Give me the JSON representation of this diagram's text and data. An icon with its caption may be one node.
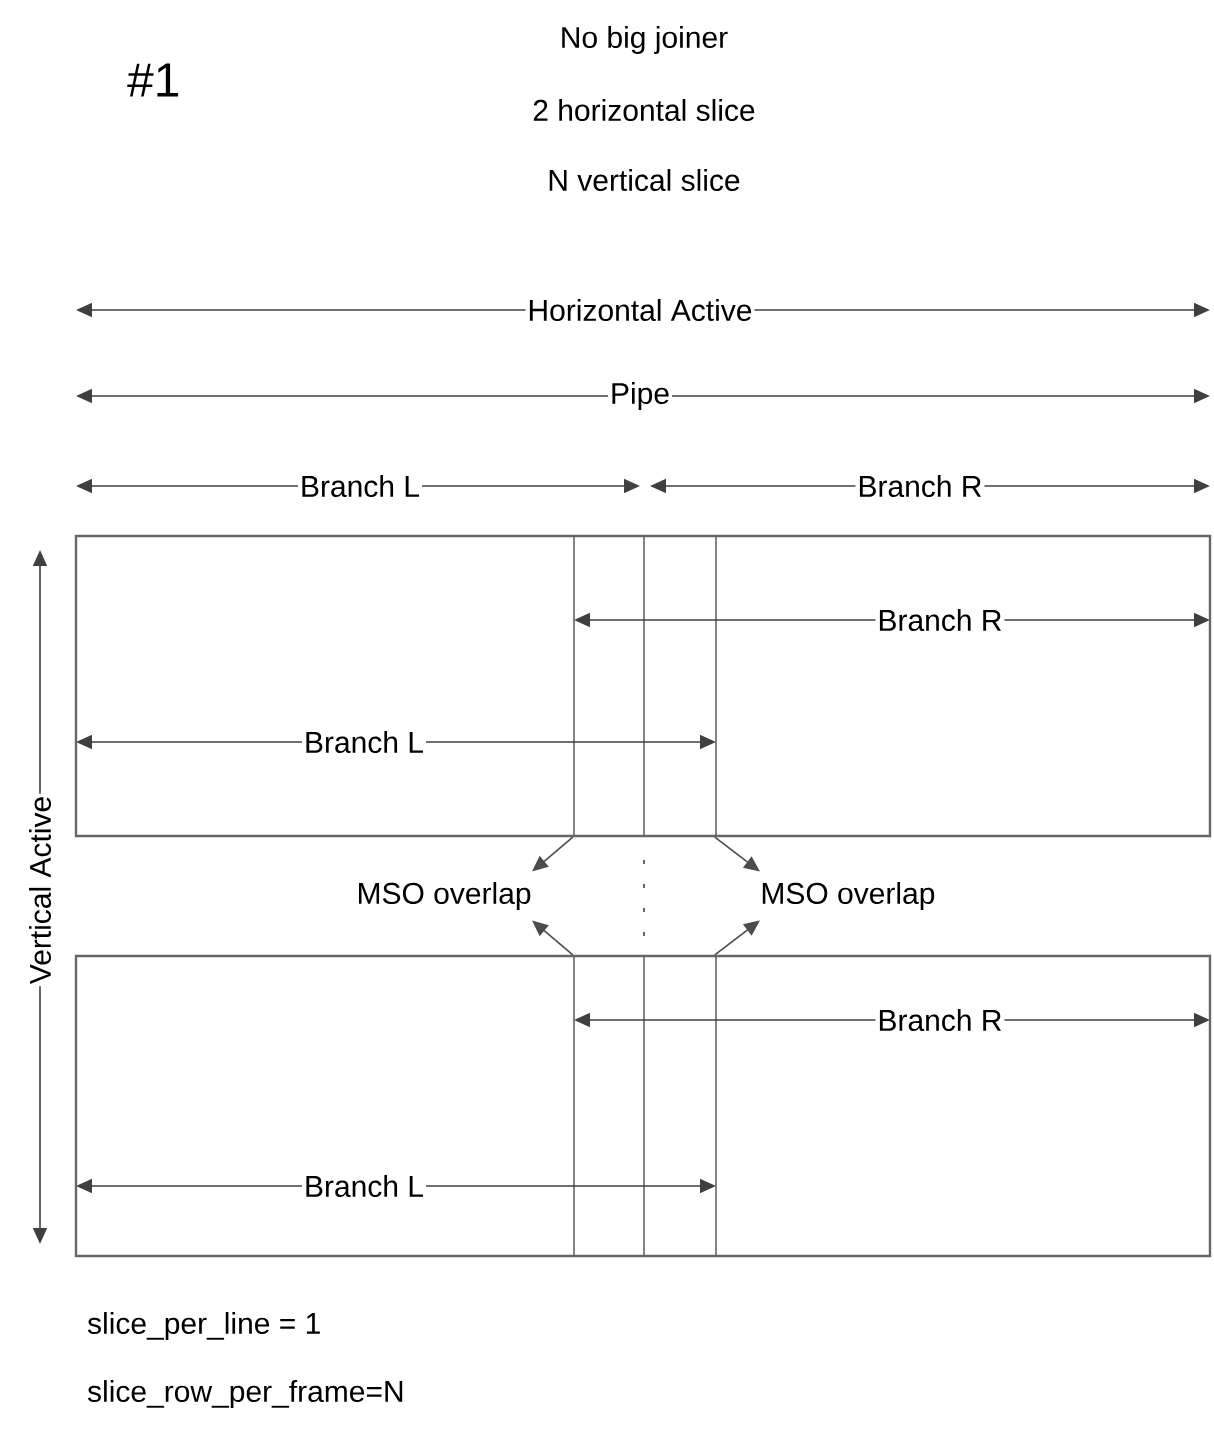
{
  "diagram": {
    "nodes": [
      {
        "text": [],
        "shape": "box"
      },
      {
        "text": [
          "MSO overlap"
        ]
      },
      {
        "text": [
          "MSO overlap"
        ]
      },
      {
        "text": [],
        "shape": "box"
      }
    ],
    "edges": [
      {
        "from": 0,
        "to": 1,
        "arrow": "to"
      },
      {
        "from": 3,
        "to": 1,
        "arrow": "to"
      },
      {
        "from": 0,
        "to": 2,
        "arrow": "to"
      },
      {
        "from": 3,
        "to": 2,
        "arrow": "to"
      }
    ],
    "labels": [
      "#1",
      "No big joiner",
      "2 horizontal slice",
      "N vertical slice",
      "Horizontal Active",
      "Pipe",
      "Branch L",
      "Branch R",
      "Branch R",
      "Branch L",
      "Branch R",
      "Branch L",
      "Vertical Active",
      "slice_per_line = 1",
      "slice_row_per_frame=N"
    ]
  }
}
